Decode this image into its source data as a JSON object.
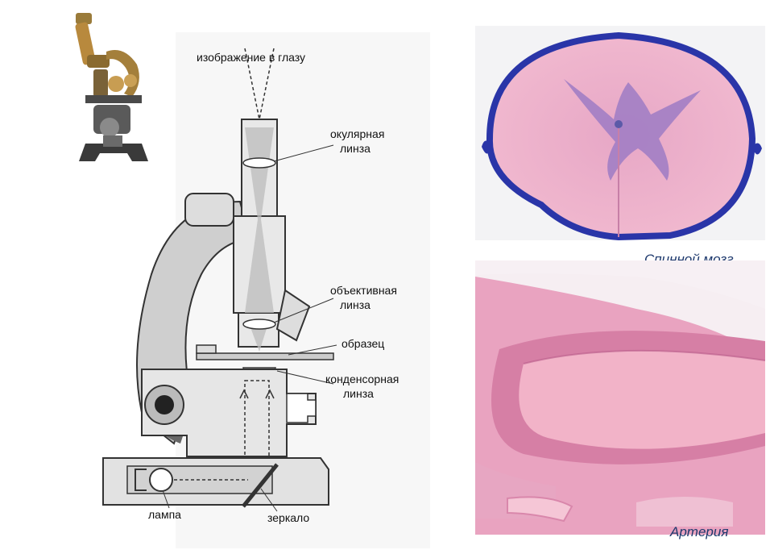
{
  "labels": {
    "eye_image": "изображение в глазу",
    "ocular_lens_1": "окулярная",
    "ocular_lens_2": "линза",
    "objective_lens_1": "объективная",
    "objective_lens_2": "линза",
    "specimen": "образец",
    "condenser_lens_1": "конденсорная",
    "condenser_lens_2": "линза",
    "lamp": "лампа",
    "mirror": "зеркало"
  },
  "captions": {
    "spinal_cord": "Спинной мозг",
    "artery": "Артерия"
  },
  "colors": {
    "histology_pink": "#e9a3c0",
    "stain_blue": "#2a35a8",
    "caption_blue": "#1f3a6e"
  }
}
